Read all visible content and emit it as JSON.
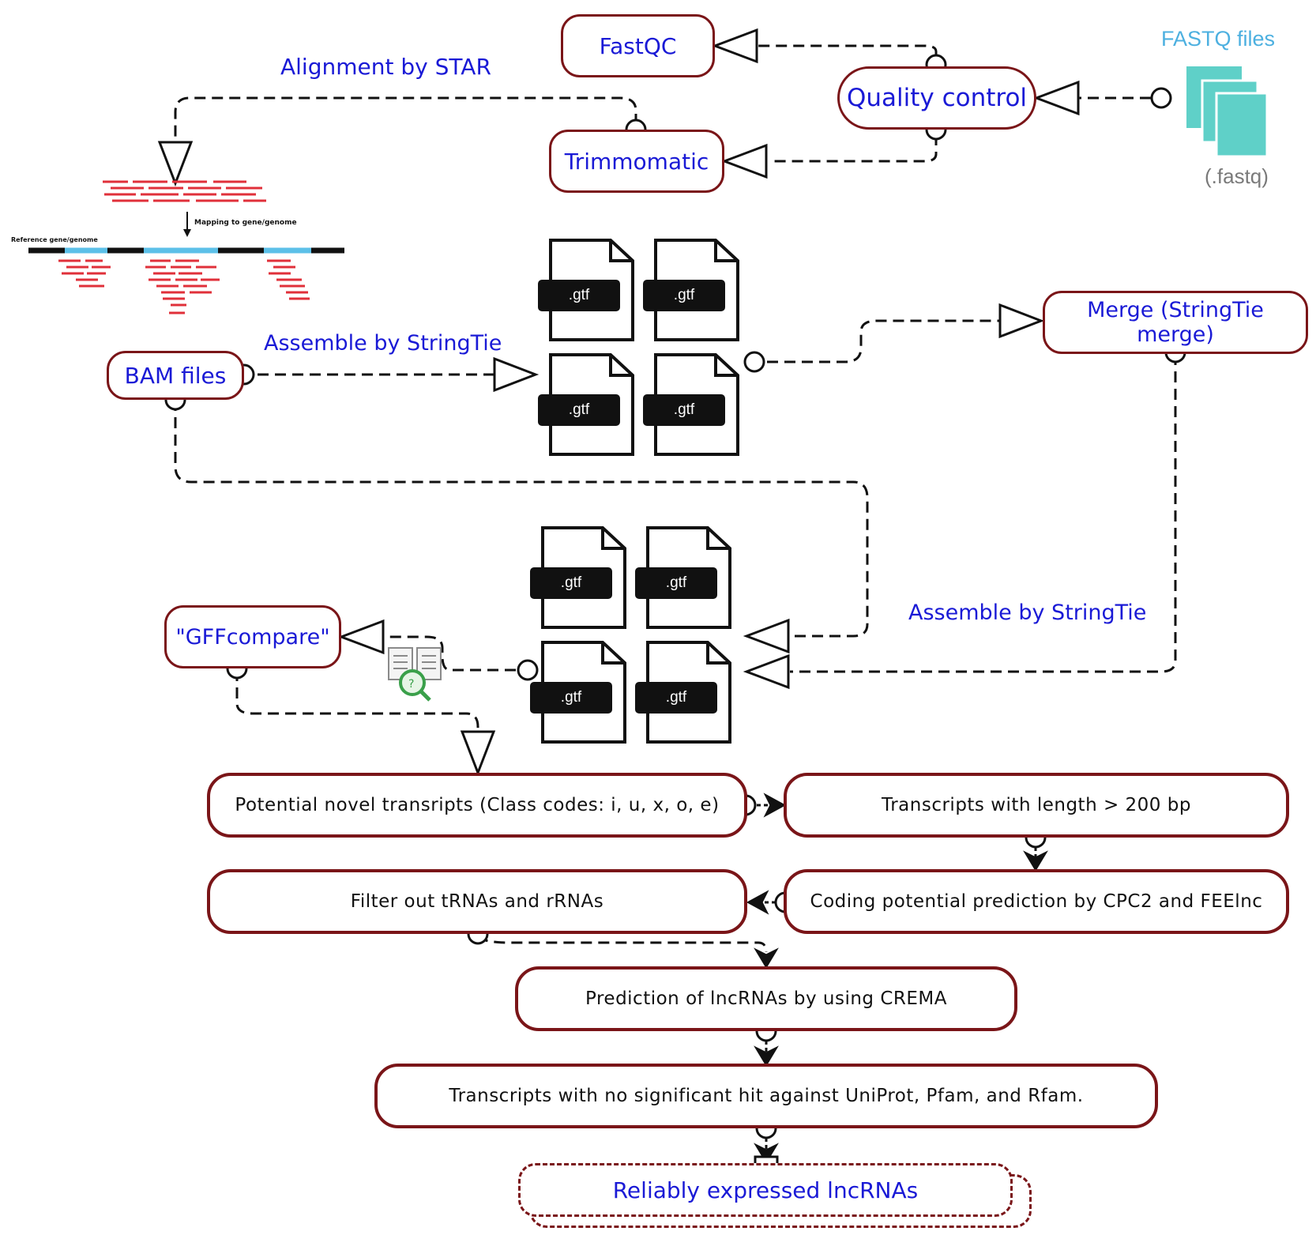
{
  "labels": {
    "fastqc": "FastQC",
    "quality_control": "Quality control",
    "trimmomatic": "Trimmomatic",
    "fastq_files": "FASTQ files",
    "fastq_ext": "(.fastq)",
    "alignment": "Alignment by STAR",
    "mapping_note": "Mapping to gene/genome",
    "reference_note": "Reference gene/genome",
    "bam_files": "BAM files",
    "assemble_1": "Assemble by StringTie",
    "merge": "Merge (StringTie merge)",
    "assemble_2": "Assemble by StringTie",
    "gffcompare": "\"GFFcompare\"",
    "gtf": ".gtf",
    "novel": "Potential novel transripts (Class codes: i, u, x, o, e)",
    "length": "Transcripts with length > 200 bp",
    "coding": "Coding potential prediction by CPC2 and FEElnc",
    "filter": "Filter out tRNAs and rRNAs",
    "crema": "Prediction of lncRNAs by using CREMA",
    "nohit": "Transcripts with no significant hit against UniProt, Pfam, and Rfam.",
    "reliable": "Reliably expressed lncRNAs"
  },
  "colors": {
    "border": "#7a1518",
    "label_blue": "#1a1ad6",
    "fastq_teal": "#5fd0c8",
    "fastq_title": "#4db0e0",
    "read_red": "#e0303a",
    "ref_blue": "#5cc0e8"
  },
  "icons": [
    "file-stack-icon",
    "gtf-file-icon",
    "compare-magnifier-icon",
    "read-alignment-illustration"
  ]
}
